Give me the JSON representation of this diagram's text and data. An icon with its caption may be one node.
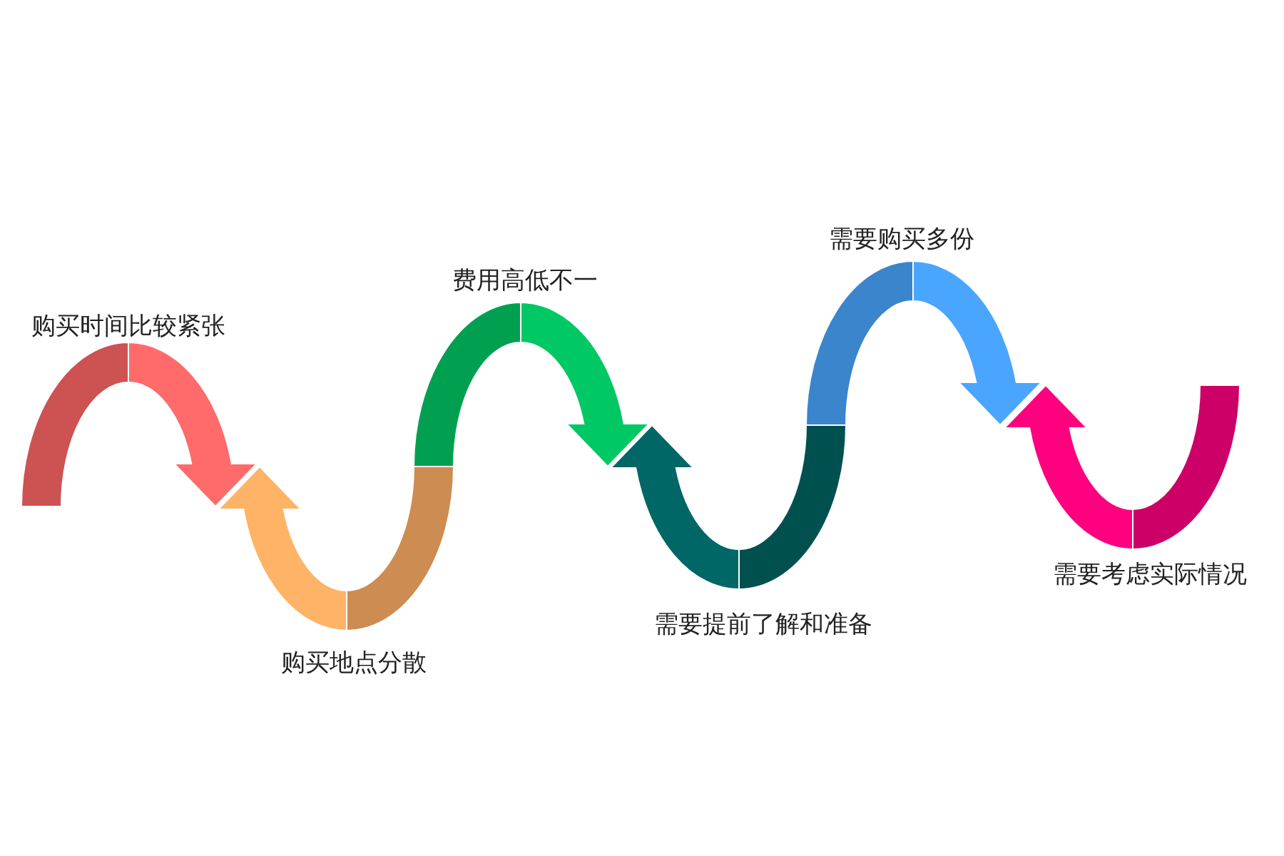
{
  "diagram": {
    "nodes": [
      {
        "text": [
          "购买时间比较紧张"
        ]
      },
      {
        "text": [
          "购买地点分散"
        ]
      },
      {
        "text": [
          "费用高低不一"
        ]
      },
      {
        "text": [
          "需要提前了解和准备"
        ]
      },
      {
        "text": [
          "需要购买多份"
        ]
      },
      {
        "text": [
          "需要考虑实际情况"
        ]
      }
    ]
  }
}
